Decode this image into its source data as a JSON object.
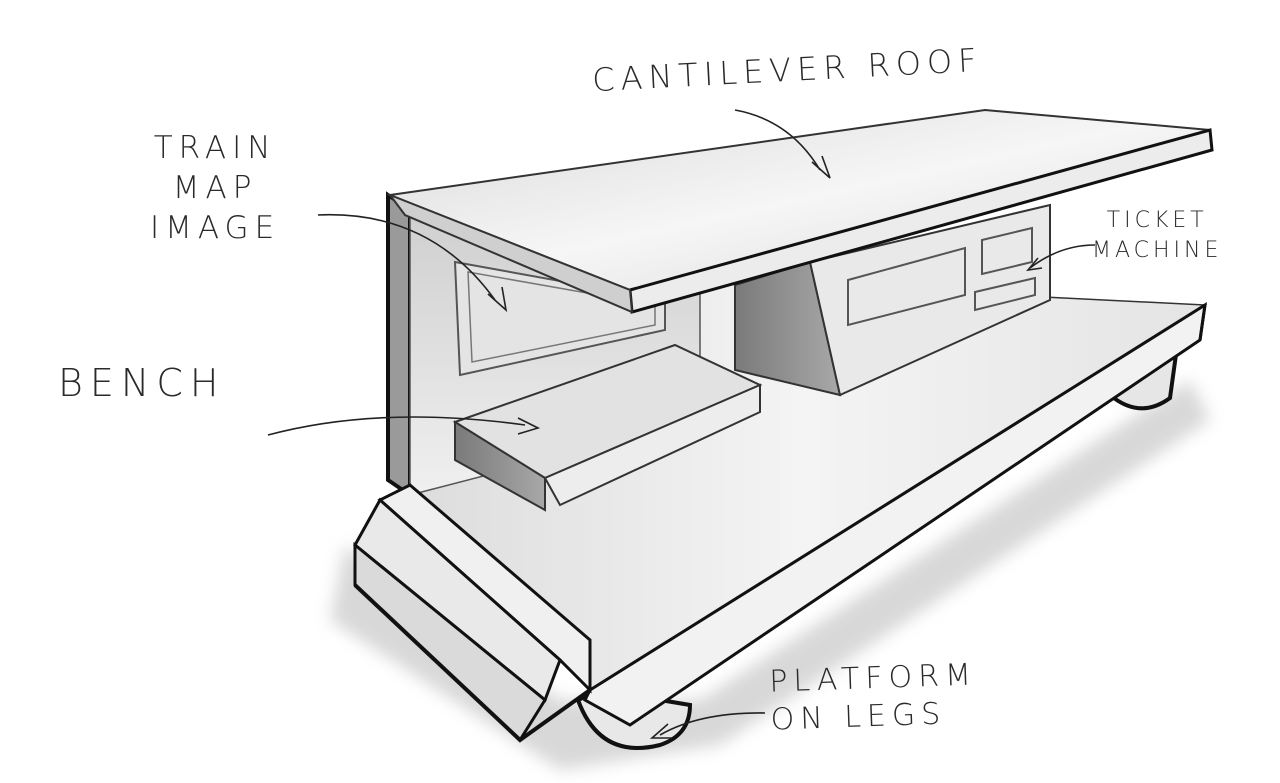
{
  "labels": {
    "cantilever_roof": "CANTILEVER ROOF",
    "train_map_image": [
      "TRAIN",
      "MAP",
      "IMAGE"
    ],
    "bench": "BENCH",
    "ticket_machine": [
      "TICKET",
      "MACHINE"
    ],
    "platform_on_legs": [
      "PLATFORM",
      "ON LEGS"
    ]
  },
  "colors": {
    "ink": "#1a1a1a",
    "surface": "#ececec",
    "shadow": "#d2d2d2",
    "dark_face": "#8a8a8a"
  }
}
